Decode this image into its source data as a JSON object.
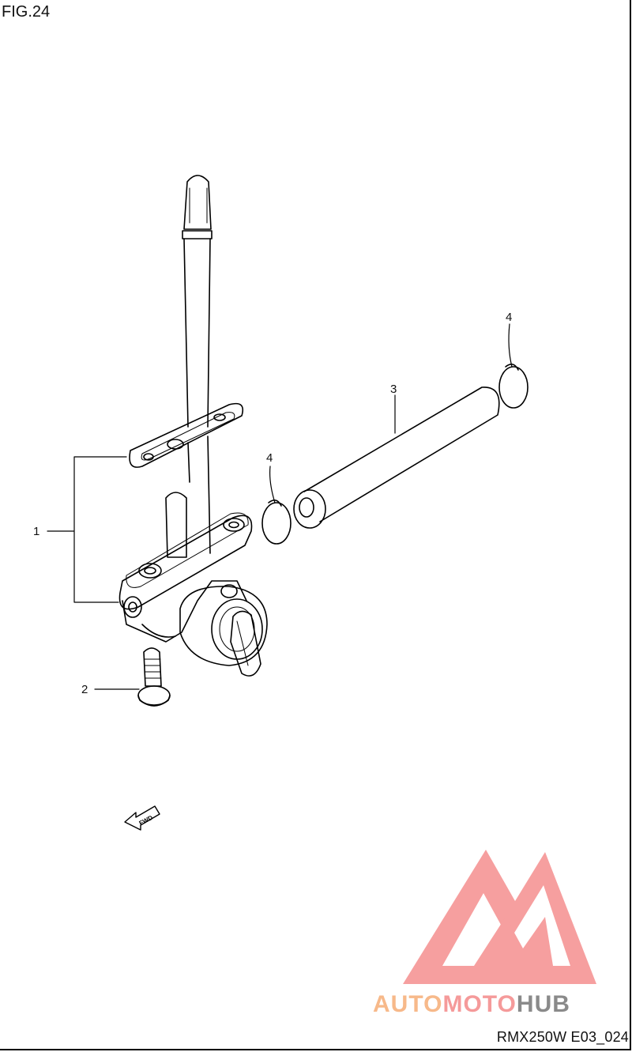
{
  "figure": {
    "title": "FIG.24",
    "code": "RMX250W E03_024"
  },
  "callouts": [
    {
      "id": "1",
      "label": "1"
    },
    {
      "id": "2",
      "label": "2"
    },
    {
      "id": "3",
      "label": "3"
    },
    {
      "id": "4a",
      "label": "4"
    },
    {
      "id": "4b",
      "label": "4"
    }
  ],
  "fwd_arrow": {
    "label": "FWD"
  },
  "watermark": {
    "part1": "AUTO",
    "part2": "MOTO",
    "part3": "HUB",
    "colors": {
      "auto": "#f7b98a",
      "moto": "#f59a9a",
      "hub": "#8a8a8a",
      "logo": "#f58f8f"
    }
  }
}
